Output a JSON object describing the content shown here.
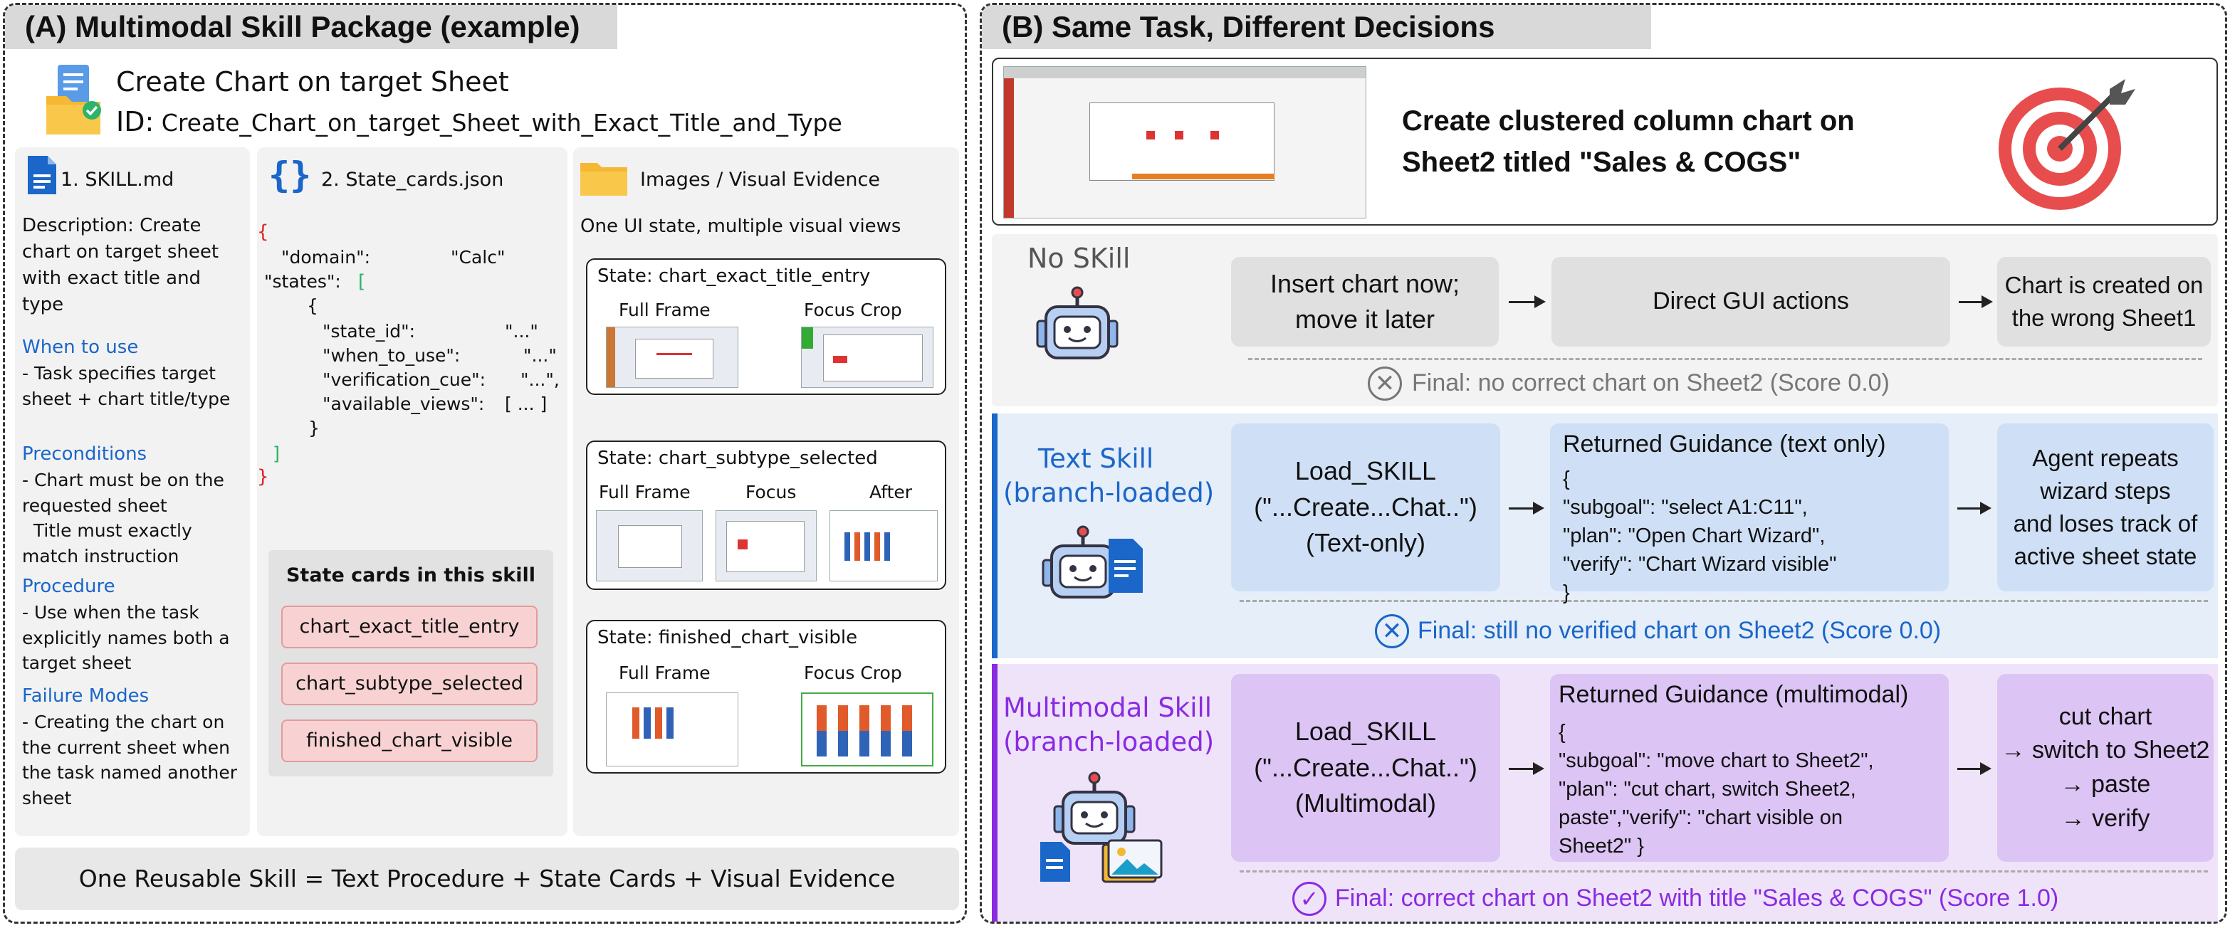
{
  "panel_a": {
    "header": "(A) Multimodal Skill Package (example)",
    "title": "Create Chart on target Sheet",
    "id_label": "ID:",
    "id_value": "Create_Chart_on_target_Sheet_with_Exact_Title_and_Type",
    "skill_md": {
      "heading": "1. SKILL.md",
      "description": "Description: Create chart on target sheet with exact title and type",
      "when_heading": "When to use",
      "when_text": "- Task specifies target sheet + chart title/type",
      "pre_heading": "Preconditions",
      "pre_text": "- Chart must be on the requested sheet\n  Title must exactly match instruction",
      "proc_heading": "Procedure",
      "proc_text": "- Use when the task explicitly names both a target sheet",
      "fail_heading": "Failure Modes",
      "fail_text": "- Creating the chart on the current sheet when the task named another sheet"
    },
    "state_cards_json": {
      "heading": "2. State_cards.json",
      "open_brace": "{",
      "domain_key": "\"domain\":",
      "domain_val": "\"Calc\"",
      "states_key": "\"states\":",
      "open_bracket": "[",
      "inner_open": "{",
      "state_id_key": "\"state_id\":",
      "state_id_val": "\"...\"",
      "when_key": "\"when_to_use\":",
      "when_val": "\"...\"",
      "verify_key": "\"verification_cue\":",
      "verify_val": "\"...\",",
      "views_key": "\"available_views\":",
      "views_val": "[ ... ]",
      "inner_close": "}",
      "close_bracket": "]",
      "close_brace": "}",
      "cards_title": "State cards in this skill",
      "cards": [
        "chart_exact_title_entry",
        "chart_subtype_selected",
        "finished_chart_visible"
      ]
    },
    "visual": {
      "heading": "Images / Visual Evidence",
      "subheading": "One UI state, multiple visual views",
      "state1_label": "State: chart_exact_title_entry",
      "state1_views": [
        "Full Frame",
        "Focus Crop"
      ],
      "state2_label": "State: chart_subtype_selected",
      "state2_views": [
        "Full Frame",
        "Focus",
        "After"
      ],
      "state3_label": "State: finished_chart_visible",
      "state3_views": [
        "Full Frame",
        "Focus Crop"
      ]
    },
    "footer": "One Reusable Skill = Text Procedure + State Cards + Visual Evidence"
  },
  "panel_b": {
    "header": "(B) Same Task, Different Decisions",
    "task": "Create clustered column chart on Sheet2 titled \"Sales & COGS\"",
    "rows": {
      "none": {
        "label": "No SKill",
        "step1": "Insert chart now;\nmove it later",
        "step2": "Direct GUI actions",
        "step3": "Chart is created on\nthe wrong Sheet1",
        "final": "Final:  no correct chart on Sheet2 (Score 0.0)"
      },
      "text": {
        "label": "Text Skill\n(branch-loaded)",
        "step1": "Load_SKILL\n(\"...Create...Chat..\")\n(Text-only)",
        "guidance_title": "Returned Guidance (text only)",
        "guidance": "{\n\"subgoal\": \"select A1:C11\",\n\"plan\": \"Open Chart Wizard\",\n\"verify\": \"Chart Wizard visible\"\n}",
        "step3": "Agent repeats\nwizard steps\nand loses track of\nactive sheet state",
        "final": "Final:  still no verified chart on Sheet2 (Score 0.0)"
      },
      "multi": {
        "label": "Multimodal Skill\n(branch-loaded)",
        "step1": "Load_SKILL\n(\"...Create...Chat..\")\n(Multimodal)",
        "guidance_title": "Returned Guidance (multimodal)",
        "guidance": "{\n\"subgoal\": \"move chart to Sheet2\",\n\"plan\": \"cut chart, switch Sheet2,\npaste\",\"verify\": \"chart visible on\nSheet2\" }",
        "step3": "cut chart\n→ switch to Sheet2\n→ paste\n→ verify",
        "final": "Final:  correct chart on Sheet2 with title \"Sales & COGS\" (Score 1.0)"
      }
    }
  },
  "colors": {
    "accent_blue": "#1a66c9",
    "text_row_bg": "#e6eef9",
    "multi_row_bg": "#efe3fa",
    "multi_purple": "#8a2be2",
    "pill_red": "#f8d2d2"
  }
}
